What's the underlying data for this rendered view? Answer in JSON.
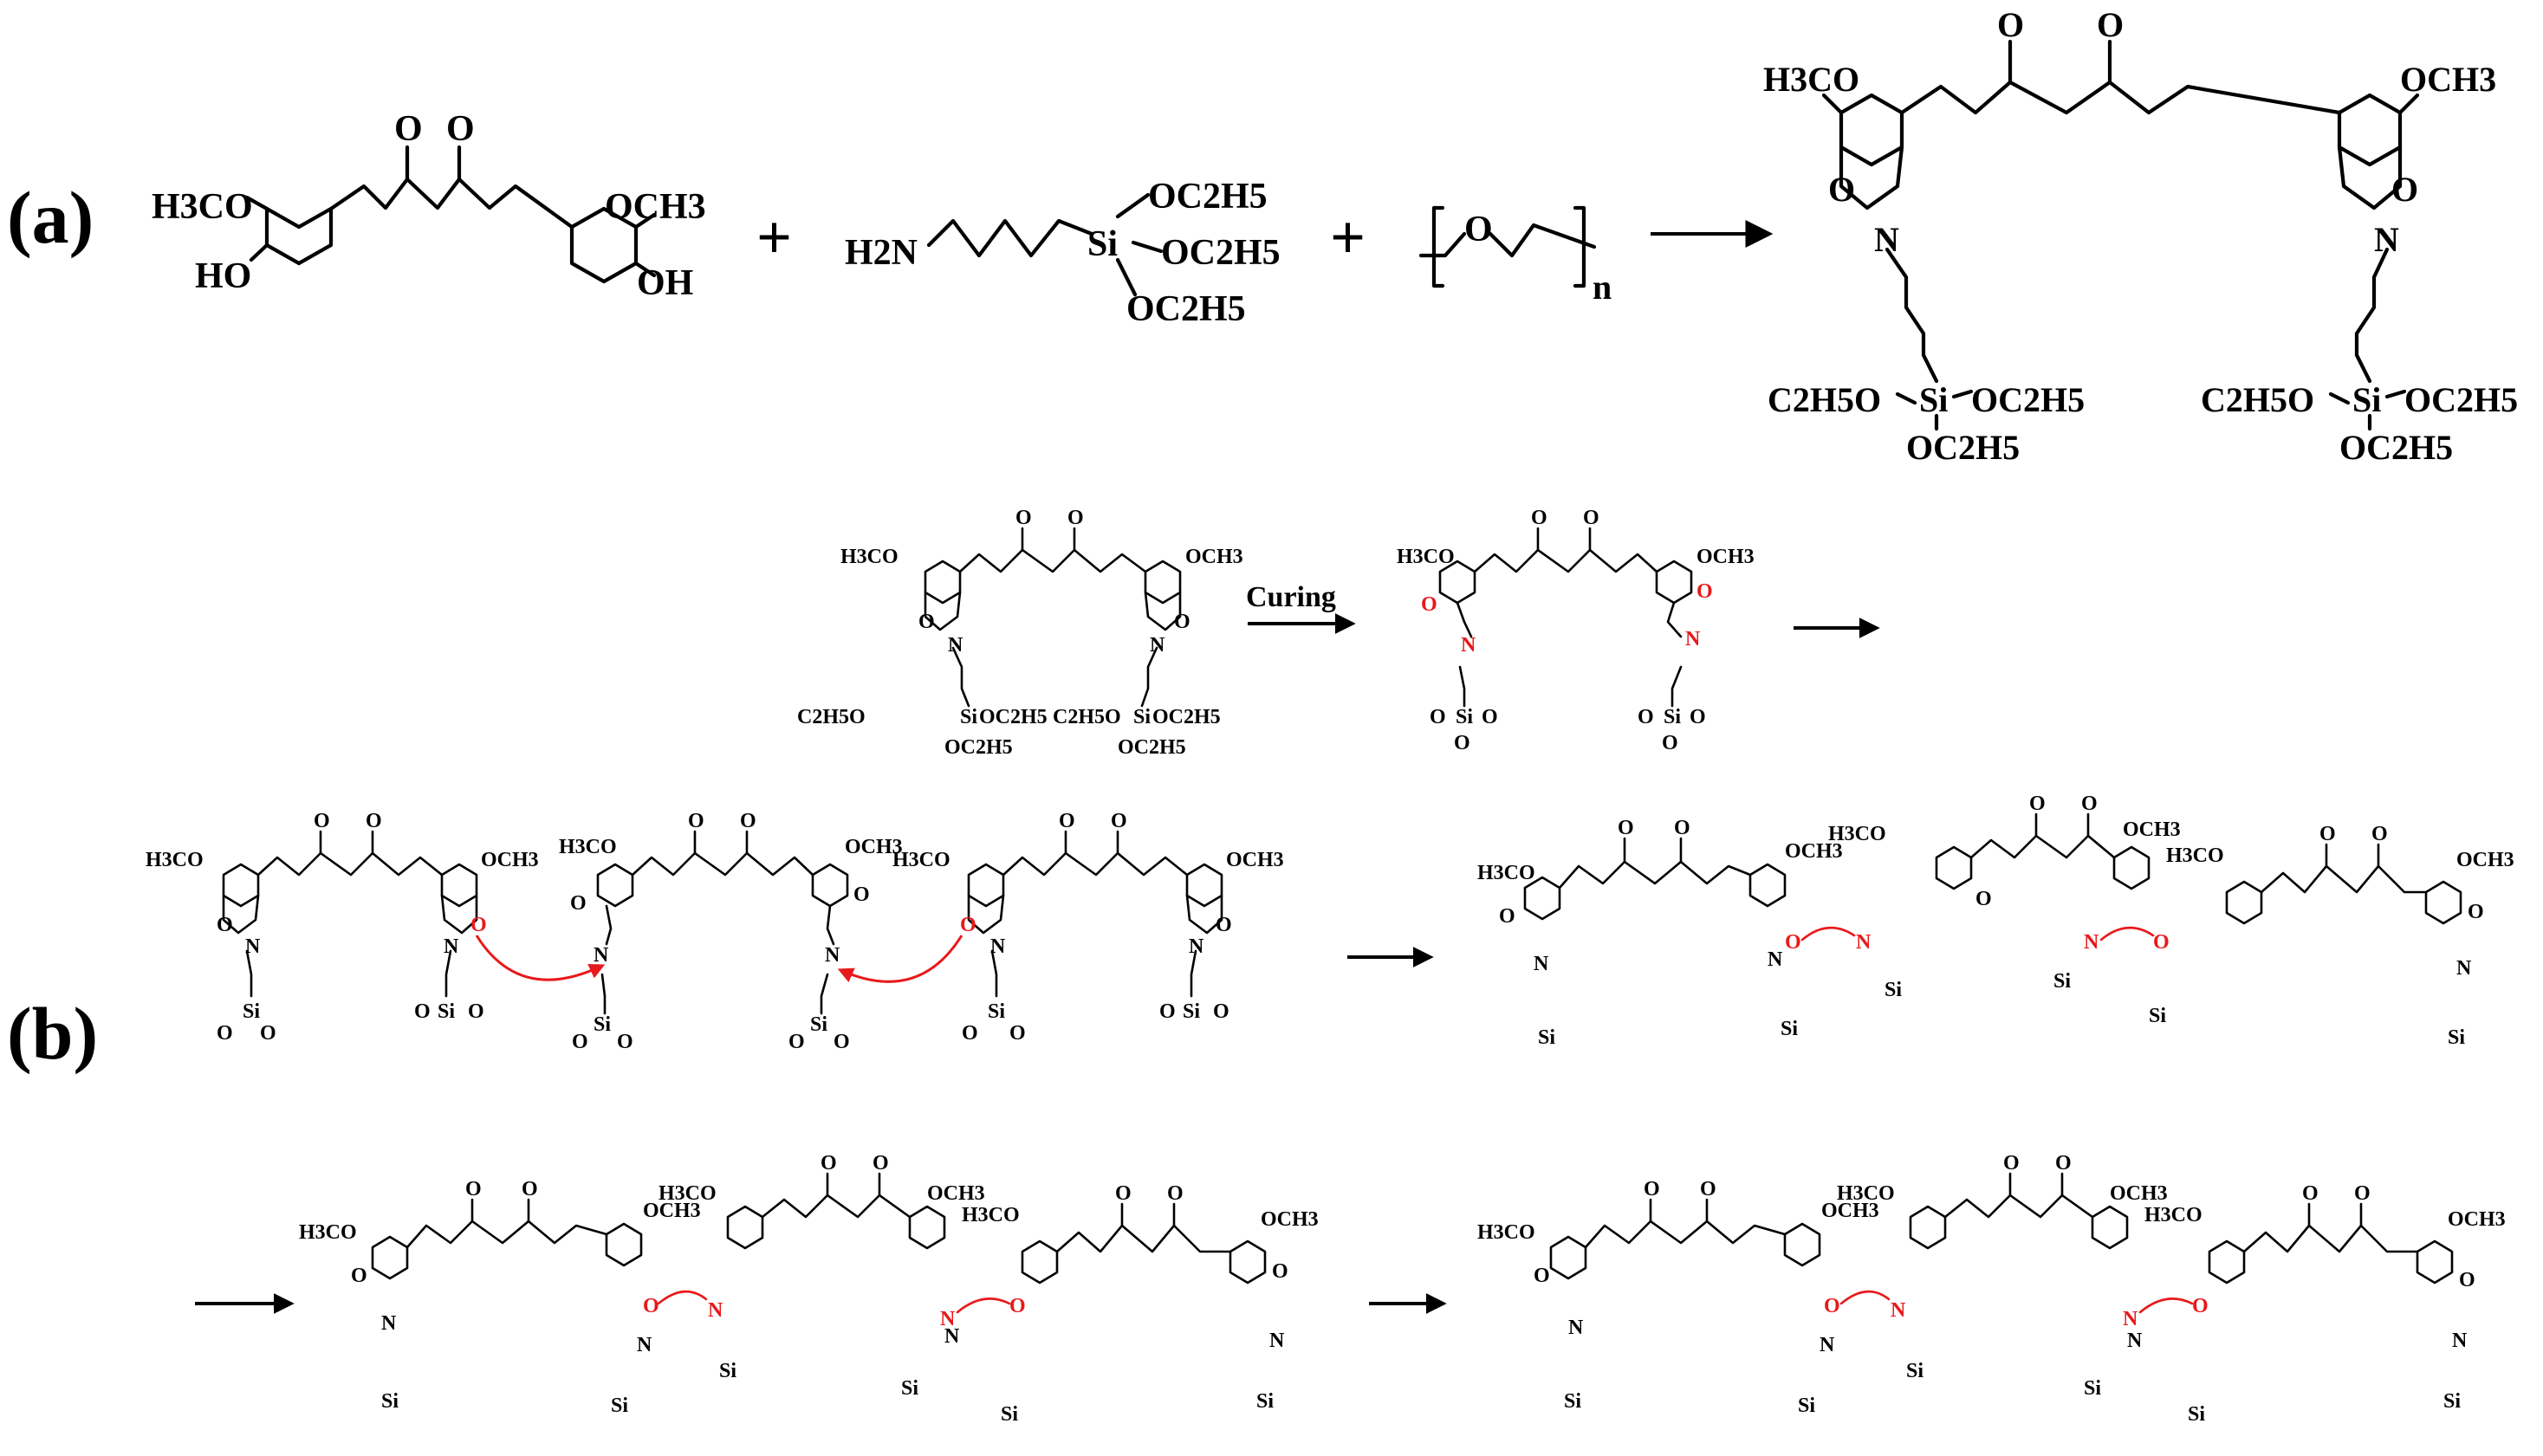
{
  "panels": {
    "a": {
      "label": "(a)"
    },
    "b": {
      "label": "(b)"
    }
  },
  "reactants": {
    "curcumin": {
      "left_sub": "H3CO",
      "left_oh": "HO",
      "right_sub": "OCH3",
      "right_oh": "OH",
      "carbonyl": "O"
    },
    "aptes": {
      "amine": "H2N",
      "si": "Si",
      "ethoxy": "OC2H5"
    },
    "paraform": {
      "o": "O",
      "n": "n"
    },
    "plus": "+"
  },
  "product": {
    "methoxy_left": "H3CO",
    "methoxy_right": "OCH3",
    "oxygen": "O",
    "nitrogen": "N",
    "silicon": "Si",
    "ethoxy_left": "C2H5O",
    "ethoxy_right": "OC2H5"
  },
  "curing": {
    "label": "Curing",
    "o_minus": "O",
    "n_plus": "N",
    "si": "Si",
    "o": "O"
  },
  "colors": {
    "ink": "#000000",
    "highlight": "#e8191b",
    "background": "#ffffff"
  }
}
